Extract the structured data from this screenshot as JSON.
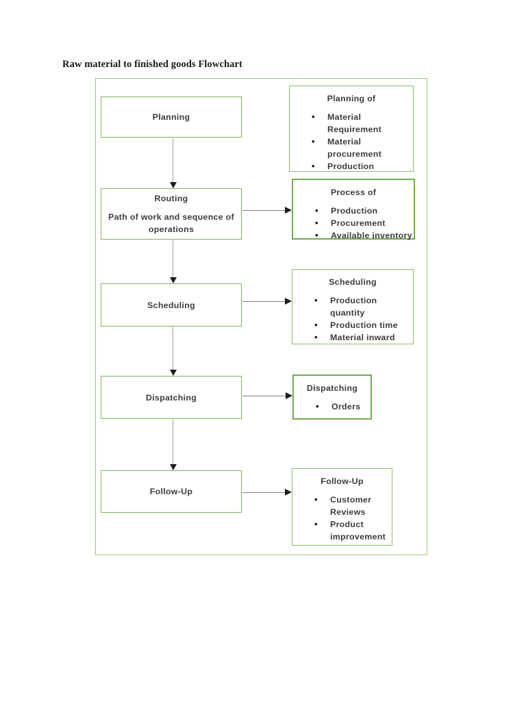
{
  "title": "Raw material to finished goods Flowchart",
  "colors": {
    "frame_green": "#9cc47e",
    "box_green": "#7fb35a",
    "thick_green": "#6fae49",
    "text": "#3b3b3b",
    "arrow_line": "#8f8f8f",
    "arrow_head": "#1c1c1c"
  },
  "stages": [
    {
      "label": "Planning"
    },
    {
      "label": "Routing",
      "sublabel": "Path of work and sequence of operations"
    },
    {
      "label": "Scheduling"
    },
    {
      "label": "Dispatching"
    },
    {
      "label": "Follow-Up"
    }
  ],
  "details": [
    {
      "heading": "Planning of",
      "bullets": [
        "Material Requirement",
        "Material procurement",
        "Production"
      ]
    },
    {
      "heading": "Process of",
      "bullets": [
        "Production",
        "Procurement",
        "Available inventory"
      ]
    },
    {
      "heading": "Scheduling",
      "bullets": [
        "Production quantity",
        "Production time",
        "Material inward"
      ]
    },
    {
      "heading": "Dispatching",
      "bullets": [
        "Orders"
      ]
    },
    {
      "heading": "Follow-Up",
      "bullets": [
        "Customer Reviews",
        "Product improvement"
      ]
    }
  ]
}
